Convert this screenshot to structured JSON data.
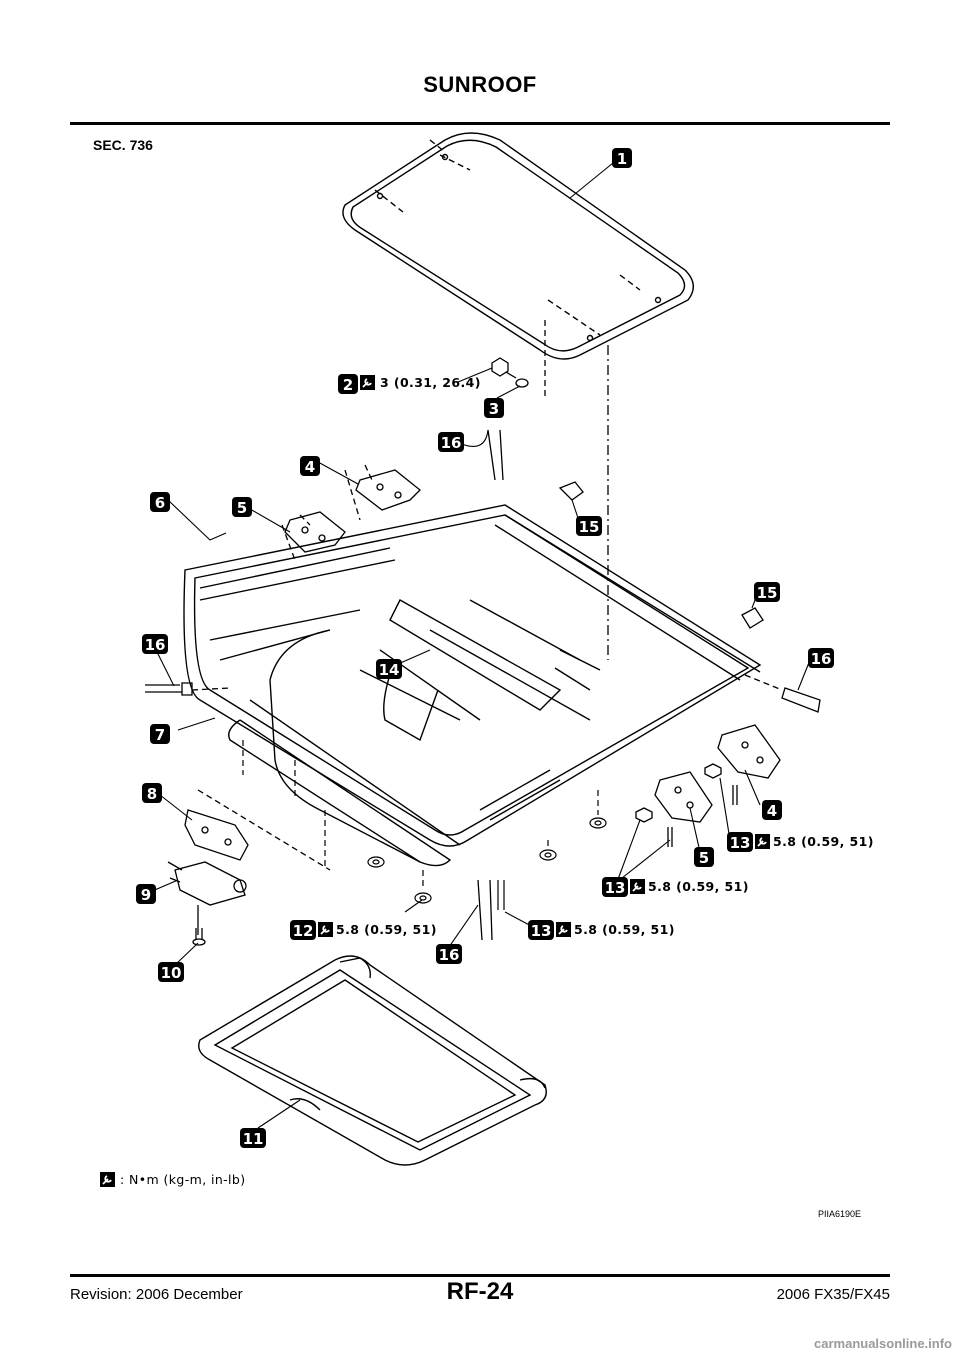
{
  "header": {
    "title": "SUNROOF",
    "section": "SEC. 736"
  },
  "footer": {
    "revision": "Revision: 2006 December",
    "page": "RF-24",
    "model": "2006 FX35/FX45"
  },
  "diagram": {
    "callouts": [
      {
        "num": "1"
      },
      {
        "num": "2"
      },
      {
        "num": "3"
      },
      {
        "num": "4"
      },
      {
        "num": "5"
      },
      {
        "num": "6"
      },
      {
        "num": "7"
      },
      {
        "num": "8"
      },
      {
        "num": "9"
      },
      {
        "num": "10"
      },
      {
        "num": "11"
      },
      {
        "num": "12"
      },
      {
        "num": "13"
      },
      {
        "num": "14"
      },
      {
        "num": "15"
      },
      {
        "num": "16"
      }
    ],
    "torques": {
      "t2": "3 (0.31, 26.4)",
      "t13a": "5.8 (0.59, 51)",
      "t13b": "5.8 (0.59, 51)",
      "t12": "5.8 (0.59, 51)",
      "t13c": "5.8 (0.59, 51)"
    },
    "legend": ": N•m (kg-m, in-lb)",
    "figure_code": "PIIA6190E"
  },
  "watermark": "carmanualsonline.info"
}
